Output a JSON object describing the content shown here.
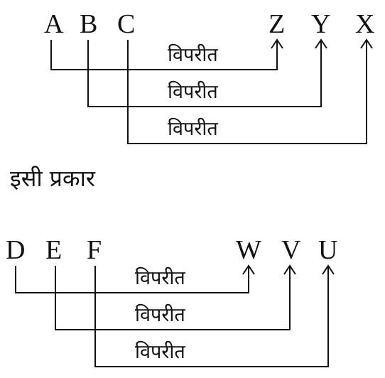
{
  "groups": [
    {
      "left": [
        "A",
        "B",
        "C"
      ],
      "right": [
        "Z",
        "Y",
        "X"
      ],
      "relation": [
        "विपरीत",
        "विपरीत",
        "विपरीत"
      ]
    },
    {
      "left": [
        "D",
        "E",
        "F"
      ],
      "right": [
        "W",
        "V",
        "U"
      ],
      "relation": [
        "विपरीत",
        "विपरीत",
        "विपरीत"
      ]
    }
  ],
  "heading": "इसी प्रकार",
  "colors": {
    "ink": "#111111",
    "background": "#ffffff"
  }
}
